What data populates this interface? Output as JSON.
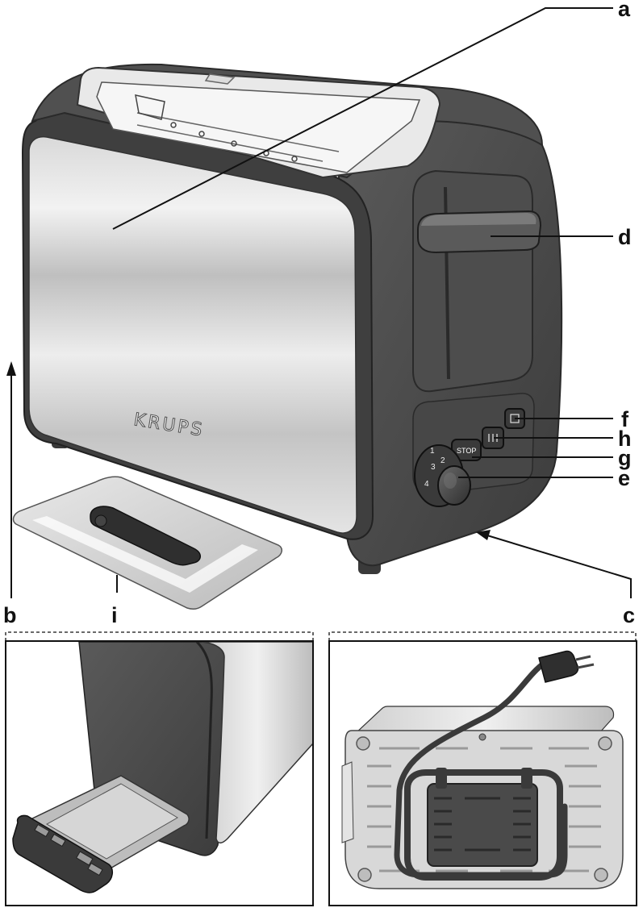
{
  "brand": "KRUPS",
  "callouts": {
    "a": "a",
    "b": "b",
    "c": "c",
    "d": "d",
    "e": "e",
    "f": "f",
    "g": "g",
    "h": "h",
    "i": "i"
  },
  "controls": {
    "stop_label": "STOP",
    "dial_numbers": [
      "1",
      "2",
      "3",
      "4"
    ]
  },
  "colors": {
    "body_dark": "#4a4a4a",
    "steel_light": "#e6e6e6",
    "steel_mid": "#bdbdbd",
    "line": "#111111"
  }
}
